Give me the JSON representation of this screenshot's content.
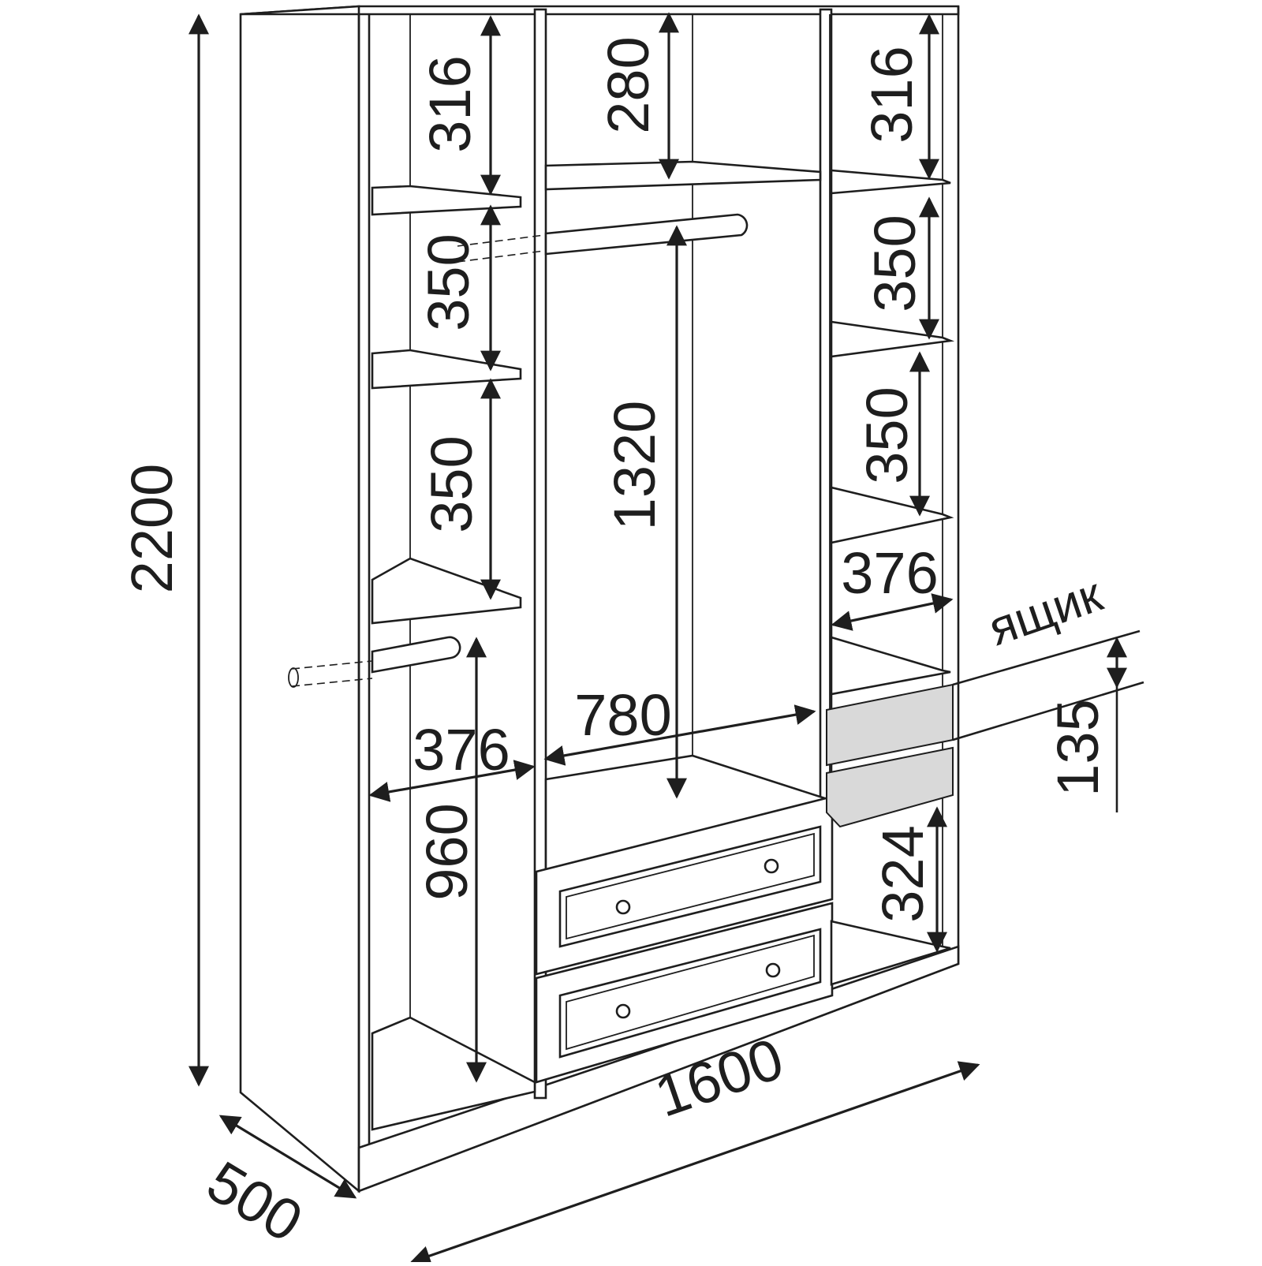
{
  "diagram": {
    "stroke_color": "#1e1e1e",
    "drawer_fill": "#d9d9d9",
    "dimensions": {
      "total_height": "2200",
      "total_width": "1600",
      "depth": "500",
      "left_top_shelf": "316",
      "left_second_shelf": "350",
      "left_third_shelf": "350",
      "left_hanging_height": "960",
      "left_section_width": "376",
      "center_top_shelf": "280",
      "center_hanging_height": "1320",
      "center_section_width": "780",
      "right_top_shelf": "316",
      "right_second_shelf": "350",
      "right_third_shelf": "350",
      "right_section_width": "376",
      "drawer_height": "135",
      "right_bottom_shelf": "324"
    },
    "drawer_label": "ящик"
  }
}
